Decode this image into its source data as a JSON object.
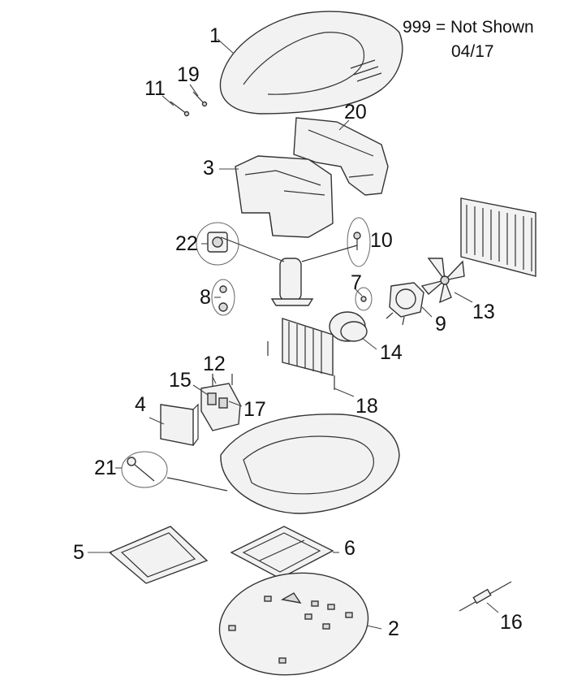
{
  "legend": {
    "note": "999 = Not Shown",
    "date": "04/17"
  },
  "callouts": {
    "p1": "1",
    "p2": "2",
    "p3": "3",
    "p4": "4",
    "p5": "5",
    "p6": "6",
    "p7": "7",
    "p8": "8",
    "p9": "9",
    "p10": "10",
    "p11": "11",
    "p12": "12",
    "p13": "13",
    "p14": "14",
    "p15": "15",
    "p16": "16",
    "p17": "17",
    "p18": "18",
    "p19": "19",
    "p20": "20",
    "p21": "21",
    "p22": "22"
  }
}
